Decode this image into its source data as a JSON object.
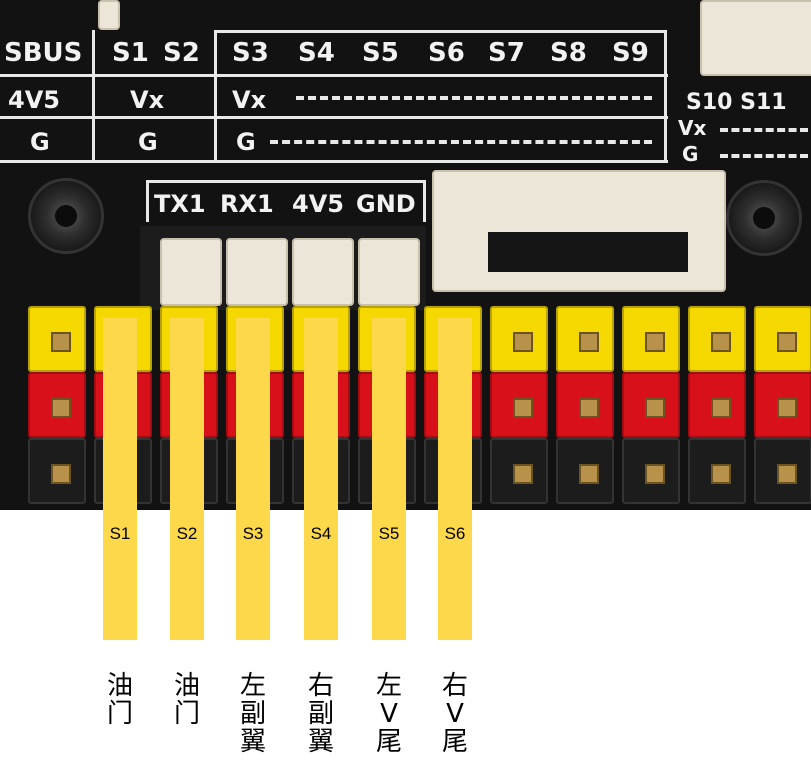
{
  "silkscreen": {
    "header_row": [
      "SBUS",
      "S1",
      "S2",
      "S3",
      "S4",
      "S5",
      "S6",
      "S7",
      "S8",
      "S9"
    ],
    "right_header": "S10 S11",
    "power_row": [
      "4V5",
      "Vx",
      "Vx"
    ],
    "right_vx": "Vx",
    "ground_row": [
      "G",
      "G",
      "G"
    ],
    "right_g": "G",
    "uart_labels": [
      "TX1",
      "RX1",
      "4V5",
      "GND"
    ]
  },
  "colors": {
    "signal_row": "#f5d800",
    "power_row": "#d8101a",
    "ground_row": "#1c1c1c",
    "highlight_strip": "#fcd84a"
  },
  "channels": [
    {
      "label": "S1",
      "function": "油门"
    },
    {
      "label": "S2",
      "function": "油门"
    },
    {
      "label": "S3",
      "function": "左副翼"
    },
    {
      "label": "S4",
      "function": "右副翼"
    },
    {
      "label": "S5",
      "function": "左V尾"
    },
    {
      "label": "S6",
      "function": "右V尾"
    }
  ]
}
